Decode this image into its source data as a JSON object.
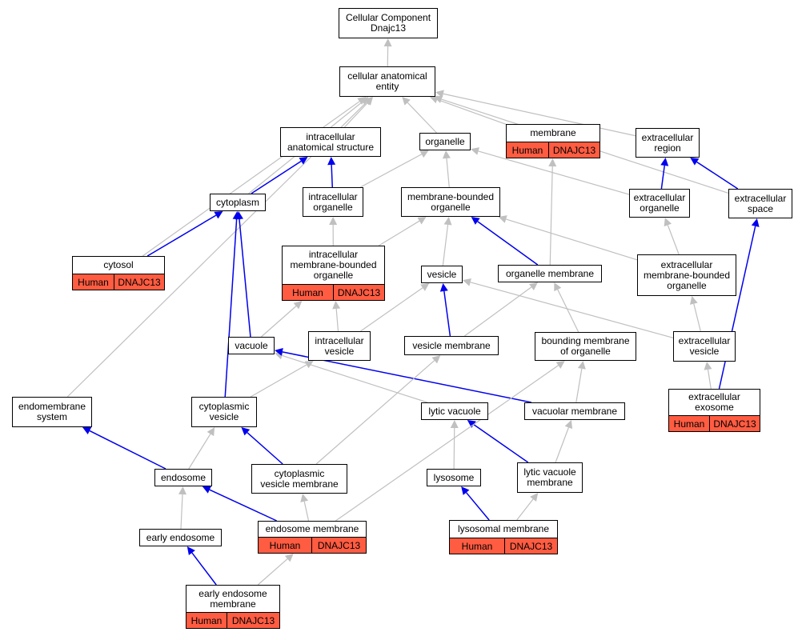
{
  "colors": {
    "node_fill": "#ffffff",
    "node_border": "#000000",
    "annotation_fill": "#ff5c42",
    "is_a_edge": "#c0c0c0",
    "part_of_edge": "#0000ee"
  },
  "nodes": {
    "root": {
      "label": "Cellular Component\nDnajc13"
    },
    "cae": {
      "label": "cellular anatomical\nentity"
    },
    "ias": {
      "label": "intracellular\nanatomical structure"
    },
    "organelle": {
      "label": "organelle"
    },
    "membrane": {
      "label": "membrane",
      "species": "Human",
      "gene": "DNAJC13"
    },
    "ecregion": {
      "label": "extracellular\nregion"
    },
    "cytoplasm": {
      "label": "cytoplasm"
    },
    "iorg": {
      "label": "intracellular\norganelle"
    },
    "mbo": {
      "label": "membrane-bounded\norganelle"
    },
    "ecorg": {
      "label": "extracellular\norganelle"
    },
    "ecspace": {
      "label": "extracellular\nspace"
    },
    "cytosol": {
      "label": "cytosol",
      "species": "Human",
      "gene": "DNAJC13"
    },
    "imbo": {
      "label": "intracellular\nmembrane-bounded\norganelle",
      "species": "Human",
      "gene": "DNAJC13"
    },
    "vesicle": {
      "label": "vesicle"
    },
    "orgmem": {
      "label": "organelle membrane"
    },
    "ecmbo": {
      "label": "extracellular\nmembrane-bounded\norganelle"
    },
    "vacuole": {
      "label": "vacuole"
    },
    "ivesicle": {
      "label": "intracellular\nvesicle"
    },
    "vesmem": {
      "label": "vesicle membrane"
    },
    "bmo": {
      "label": "bounding membrane\nof organelle"
    },
    "ecves": {
      "label": "extracellular\nvesicle"
    },
    "endosys": {
      "label": "endomembrane\nsystem"
    },
    "cytves": {
      "label": "cytoplasmic\nvesicle"
    },
    "lytvac": {
      "label": "lytic vacuole"
    },
    "vacmem": {
      "label": "vacuolar membrane"
    },
    "exosome": {
      "label": "extracellular\nexosome",
      "species": "Human",
      "gene": "DNAJC13"
    },
    "endosome": {
      "label": "endosome"
    },
    "cvm": {
      "label": "cytoplasmic\nvesicle membrane"
    },
    "lysosome": {
      "label": "lysosome"
    },
    "lvm": {
      "label": "lytic vacuole\nmembrane"
    },
    "earlyendo": {
      "label": "early endosome"
    },
    "endomem": {
      "label": "endosome membrane",
      "species": "Human",
      "gene": "DNAJC13"
    },
    "lysomem": {
      "label": "lysosomal membrane",
      "species": "Human",
      "gene": "DNAJC13"
    },
    "eem": {
      "label": "early endosome\nmembrane",
      "species": "Human",
      "gene": "DNAJC13"
    }
  },
  "edges": [
    {
      "from": "cae",
      "to": "root",
      "type": "is_a"
    },
    {
      "from": "ias",
      "to": "cae",
      "type": "is_a"
    },
    {
      "from": "organelle",
      "to": "cae",
      "type": "is_a"
    },
    {
      "from": "membrane",
      "to": "cae",
      "type": "is_a"
    },
    {
      "from": "ecregion",
      "to": "cae",
      "type": "is_a"
    },
    {
      "from": "cytoplasm",
      "to": "cae",
      "type": "is_a"
    },
    {
      "from": "cytosol",
      "to": "cae",
      "type": "is_a"
    },
    {
      "from": "endosys",
      "to": "cae",
      "type": "is_a"
    },
    {
      "from": "ecspace",
      "to": "cae",
      "type": "is_a"
    },
    {
      "from": "cytoplasm",
      "to": "ias",
      "type": "part_of"
    },
    {
      "from": "iorg",
      "to": "ias",
      "type": "part_of"
    },
    {
      "from": "iorg",
      "to": "organelle",
      "type": "is_a"
    },
    {
      "from": "mbo",
      "to": "organelle",
      "type": "is_a"
    },
    {
      "from": "ecorg",
      "to": "organelle",
      "type": "is_a"
    },
    {
      "from": "ecorg",
      "to": "ecregion",
      "type": "part_of"
    },
    {
      "from": "ecspace",
      "to": "ecregion",
      "type": "part_of"
    },
    {
      "from": "cytosol",
      "to": "cytoplasm",
      "type": "part_of"
    },
    {
      "from": "imbo",
      "to": "iorg",
      "type": "is_a"
    },
    {
      "from": "imbo",
      "to": "mbo",
      "type": "is_a"
    },
    {
      "from": "vesicle",
      "to": "mbo",
      "type": "is_a"
    },
    {
      "from": "orgmem",
      "to": "mbo",
      "type": "part_of"
    },
    {
      "from": "orgmem",
      "to": "membrane",
      "type": "is_a"
    },
    {
      "from": "ecmbo",
      "to": "mbo",
      "type": "is_a"
    },
    {
      "from": "ecmbo",
      "to": "ecorg",
      "type": "is_a"
    },
    {
      "from": "vacuole",
      "to": "cytoplasm",
      "type": "part_of"
    },
    {
      "from": "vacuole",
      "to": "imbo",
      "type": "is_a"
    },
    {
      "from": "ivesicle",
      "to": "imbo",
      "type": "is_a"
    },
    {
      "from": "ivesicle",
      "to": "vesicle",
      "type": "is_a"
    },
    {
      "from": "vesmem",
      "to": "vesicle",
      "type": "part_of"
    },
    {
      "from": "vesmem",
      "to": "orgmem",
      "type": "is_a"
    },
    {
      "from": "bmo",
      "to": "orgmem",
      "type": "is_a"
    },
    {
      "from": "ecves",
      "to": "vesicle",
      "type": "is_a"
    },
    {
      "from": "ecves",
      "to": "ecmbo",
      "type": "is_a"
    },
    {
      "from": "cytves",
      "to": "cytoplasm",
      "type": "part_of"
    },
    {
      "from": "cytves",
      "to": "ivesicle",
      "type": "is_a"
    },
    {
      "from": "lytvac",
      "to": "vacuole",
      "type": "is_a"
    },
    {
      "from": "vacmem",
      "to": "vacuole",
      "type": "part_of"
    },
    {
      "from": "vacmem",
      "to": "bmo",
      "type": "is_a"
    },
    {
      "from": "exosome",
      "to": "ecves",
      "type": "is_a"
    },
    {
      "from": "exosome",
      "to": "ecspace",
      "type": "part_of"
    },
    {
      "from": "endosome",
      "to": "endosys",
      "type": "part_of"
    },
    {
      "from": "endosome",
      "to": "cytves",
      "type": "is_a"
    },
    {
      "from": "cvm",
      "to": "cytves",
      "type": "part_of"
    },
    {
      "from": "cvm",
      "to": "vesmem",
      "type": "is_a"
    },
    {
      "from": "lysosome",
      "to": "lytvac",
      "type": "is_a"
    },
    {
      "from": "lvm",
      "to": "lytvac",
      "type": "part_of"
    },
    {
      "from": "lvm",
      "to": "vacmem",
      "type": "is_a"
    },
    {
      "from": "earlyendo",
      "to": "endosome",
      "type": "is_a"
    },
    {
      "from": "endomem",
      "to": "endosome",
      "type": "part_of"
    },
    {
      "from": "endomem",
      "to": "cvm",
      "type": "is_a"
    },
    {
      "from": "endomem",
      "to": "bmo",
      "type": "is_a"
    },
    {
      "from": "lysomem",
      "to": "lysosome",
      "type": "part_of"
    },
    {
      "from": "lysomem",
      "to": "lvm",
      "type": "is_a"
    },
    {
      "from": "eem",
      "to": "earlyendo",
      "type": "part_of"
    },
    {
      "from": "eem",
      "to": "endomem",
      "type": "is_a"
    }
  ]
}
